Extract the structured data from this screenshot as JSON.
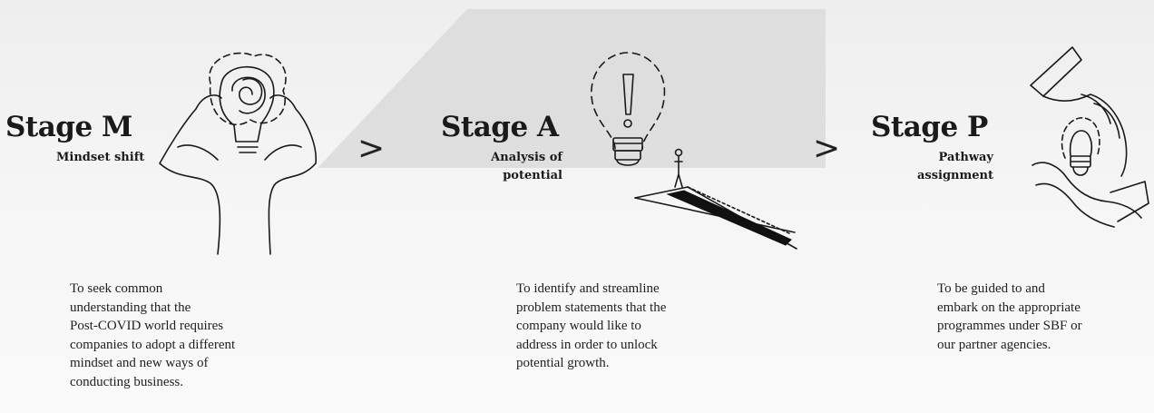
{
  "stages": [
    {
      "title": "Stage M",
      "subtitle": [
        "Mindset shift"
      ],
      "description": [
        "To seek common",
        "understanding that the",
        "Post-COVID world requires",
        "companies to adopt a different",
        "mindset and new ways of",
        "conducting business."
      ],
      "icon": "head-in-hands-icon"
    },
    {
      "title": "Stage A",
      "subtitle": [
        "Analysis of",
        "potential"
      ],
      "description": [
        "To identify and streamline",
        "problem statements that the",
        "company would like to",
        "address in order to unlock",
        "potential growth."
      ],
      "icon": "lightbulb-path-icon"
    },
    {
      "title": "Stage P",
      "subtitle": [
        "Pathway",
        "assignment"
      ],
      "description": [
        "To be guided to and",
        "embark on the appropriate",
        "programmes under SBF or",
        "our partner agencies."
      ],
      "icon": "hands-passing-bulb-icon"
    }
  ],
  "separators": [
    ">",
    ">"
  ],
  "colors": {
    "background": "#f3f3f3",
    "banner": "#dcdcdc",
    "ink": "#1a1a1a"
  }
}
